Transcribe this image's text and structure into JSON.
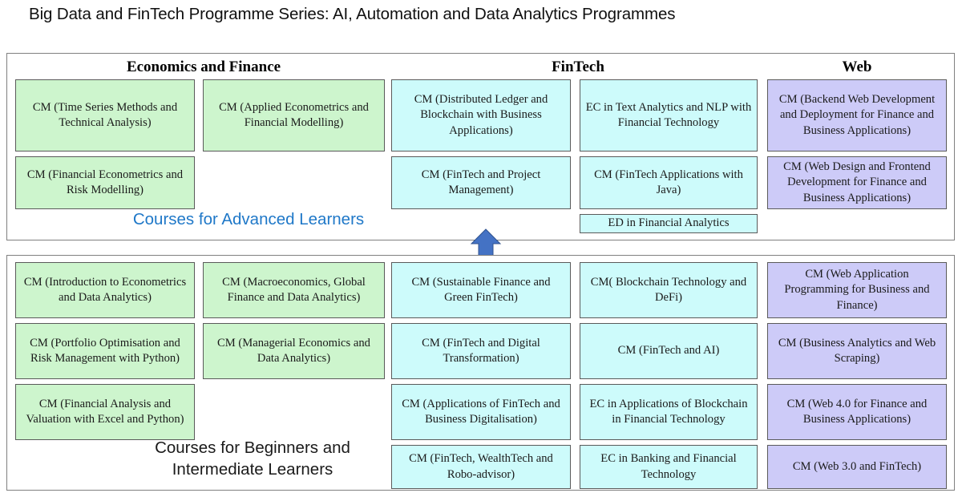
{
  "title": "Big Data and FinTech Programme Series: AI, Automation and Data Analytics Programmes",
  "colors": {
    "green": "#cdf5cd",
    "cyan": "#cdfbfb",
    "purple": "#cdcbf8",
    "arrow": "#4472c4",
    "advanced_caption": "#1f78c8",
    "border": "#5a5a5a"
  },
  "headers": {
    "economics": "Economics and Finance",
    "fintech": "FinTech",
    "web": "Web"
  },
  "captions": {
    "advanced": "Courses for Advanced Learners",
    "beginner": "Courses for Beginners and Intermediate Learners"
  },
  "icons": {
    "up_arrow": "up-arrow-icon"
  },
  "advanced": {
    "econ_col1": [
      "CM (Time Series Methods and Technical Analysis)",
      "CM (Financial Econometrics and Risk Modelling)"
    ],
    "econ_col2": [
      "CM (Applied Econometrics and Financial Modelling)"
    ],
    "fintech_col1": [
      "CM (Distributed Ledger and Blockchain with Business Applications)",
      "CM (FinTech and Project Management)"
    ],
    "fintech_col2": [
      "EC in Text Analytics and NLP with Financial Technology",
      "CM (FinTech Applications with Java)",
      "ED in Financial Analytics"
    ],
    "web_col": [
      "CM (Backend Web Development and Deployment for Finance and Business Applications)",
      "CM (Web Design and Frontend Development for Finance and Business Applications)"
    ]
  },
  "beginner": {
    "econ_col1": [
      "CM (Introduction to Econometrics and Data Analytics)",
      "CM (Portfolio Optimisation and Risk Management with Python)",
      "CM (Financial Analysis and Valuation with Excel and Python)"
    ],
    "econ_col2": [
      "CM (Macroeconomics, Global Finance and Data Analytics)",
      "CM (Managerial Economics and Data Analytics)"
    ],
    "fintech_col1": [
      "CM (Sustainable Finance and Green FinTech)",
      "CM (FinTech and Digital Transformation)",
      "CM (Applications of FinTech and Business Digitalisation)",
      "CM (FinTech, WealthTech and Robo-advisor)"
    ],
    "fintech_col2": [
      "CM( Blockchain Technology and DeFi)",
      "CM (FinTech and AI)",
      "EC in Applications of Blockchain in Financial Technology",
      "EC in Banking and Financial Technology"
    ],
    "web_col": [
      "CM (Web Application Programming for Business and Finance)",
      "CM (Business Analytics and Web Scraping)",
      "CM (Web 4.0 for Finance and Business Applications)",
      "CM (Web 3.0 and FinTech)"
    ]
  }
}
